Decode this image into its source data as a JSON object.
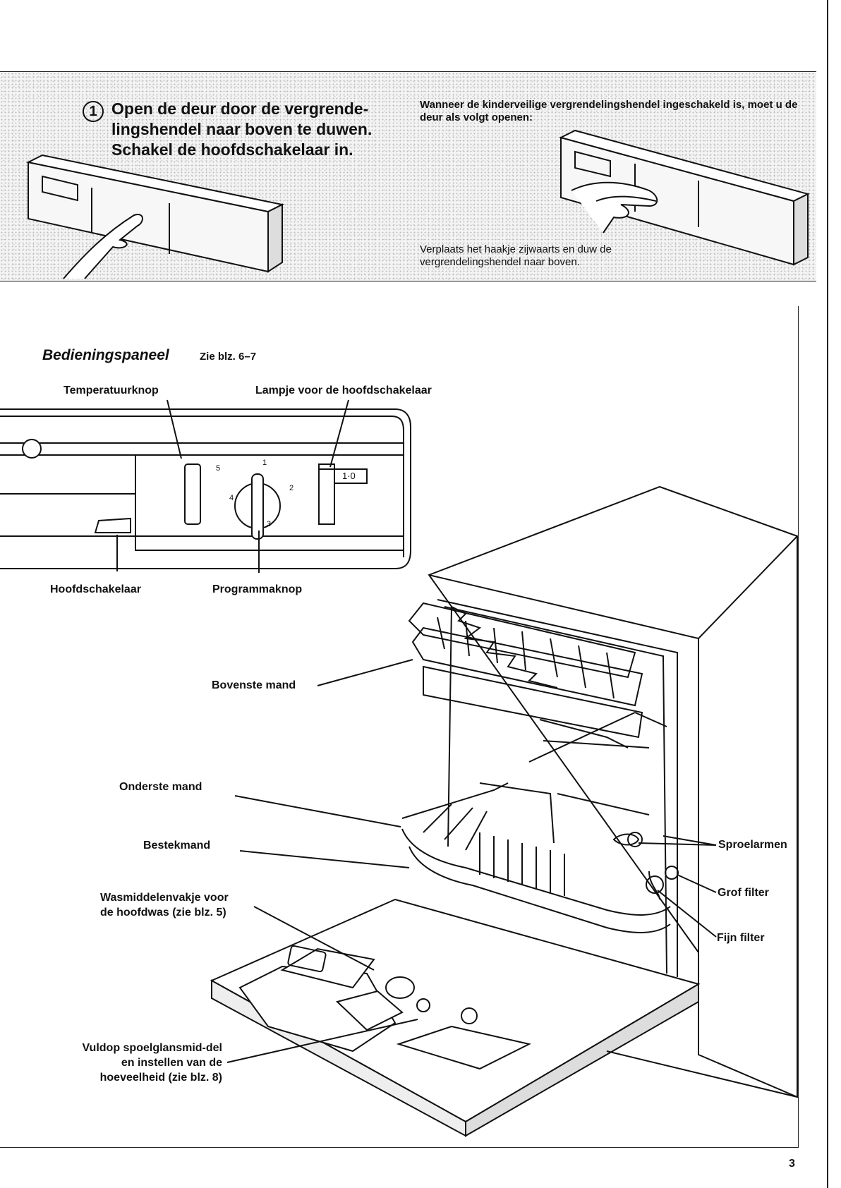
{
  "step": {
    "number": "1",
    "text": "Open de deur door de vergrende-lingshendel naar boven te duwen. Schakel de hoofdschakelaar in."
  },
  "child_lock": {
    "intro": "Wanneer de kinderveilige vergrendelingshendel ingeschakeld is, moet u de deur als volgt openen:",
    "instruction": "Verplaats het haakje zijwaarts en duw de vergrendelingshendel naar boven."
  },
  "section": {
    "title": "Bedieningspaneel",
    "ref": "Zie blz. 6–7"
  },
  "panel_labels": {
    "temp_knob": "Temperatuurknop",
    "lamp": "Lampje voor de hoofdschakelaar",
    "main_switch": "Hoofdschakelaar",
    "program_knob": "Programmaknop",
    "switch_display": "1·0",
    "prog_1": "1",
    "prog_2": "2",
    "prog_3": "3",
    "prog_4": "4",
    "prog_5": "5"
  },
  "parts": {
    "upper_basket": "Bovenste mand",
    "lower_basket": "Onderste mand",
    "cutlery_basket": "Bestekmand",
    "detergent": "Wasmiddelenvakje voor de hoofdwas (zie blz. 5)",
    "rinse_aid": "Vuldop spoelglansmid-del en instellen van de hoeveelheid (zie blz. 8)",
    "spray_arms": "Sproelarmen",
    "coarse_filter": "Grof filter",
    "fine_filter": "Fijn filter"
  },
  "page_number": "3"
}
